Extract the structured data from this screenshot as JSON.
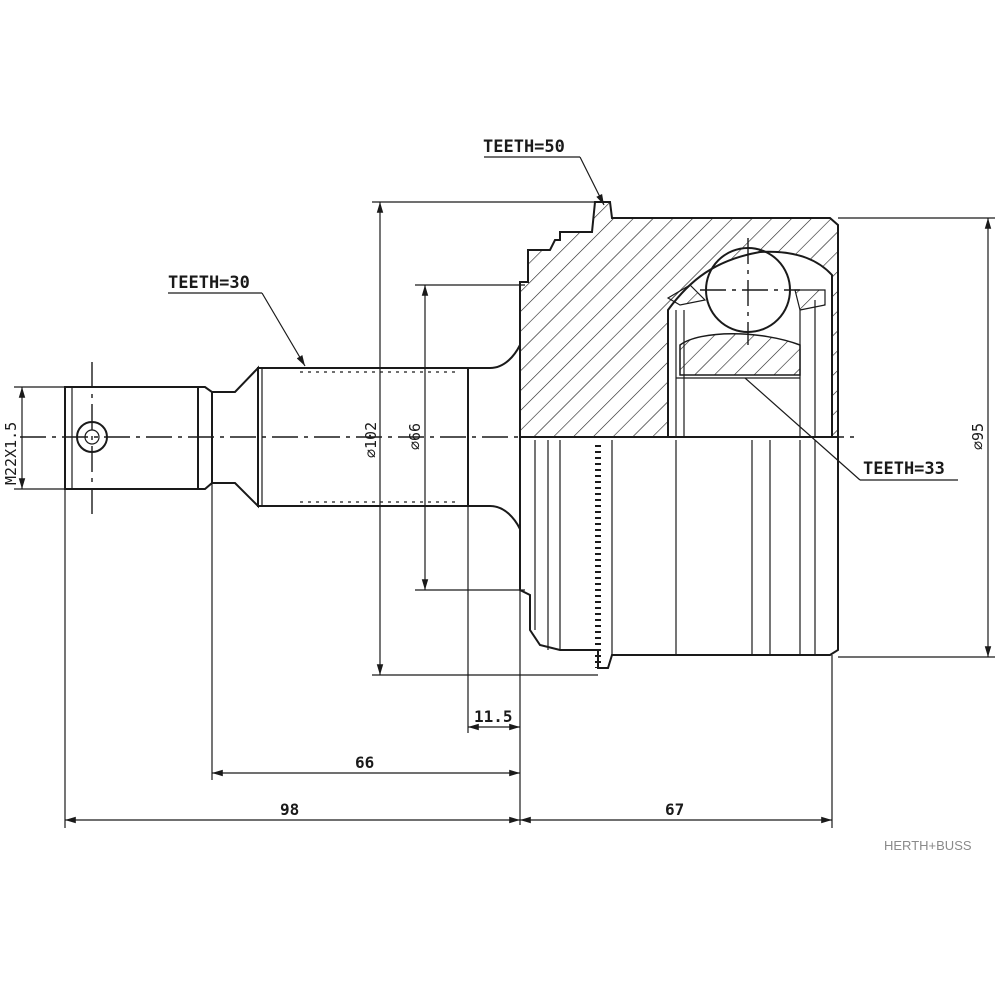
{
  "labels": {
    "splines_outer": "TEETH=50",
    "splines_shaft": "TEETH=30",
    "splines_inner": "TEETH=33"
  },
  "dimensions": {
    "thread": "M22X1.5",
    "dia_flange": "⌀102",
    "dia_shaft": "⌀66",
    "dia_bell": "⌀95",
    "offset": "11.5",
    "shaft_len": "66",
    "total_left": "98",
    "bell_len": "67"
  },
  "brand": "HERTH+BUSS"
}
